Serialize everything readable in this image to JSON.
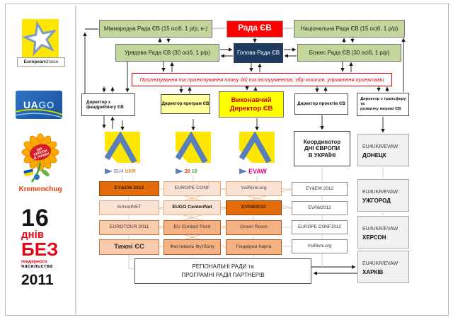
{
  "sidebar": {
    "european_choice": {
      "bold": "European",
      "rest": " choice"
    },
    "uago": {
      "ua": "UA",
      "go": "GO"
    },
    "kremenchug": {
      "flower_line1": "ДНІ",
      "flower_line2": "ЄВРОПИ",
      "flower_line3": "В УКРАЇНІ",
      "caption": "Kremenchug"
    },
    "campaign": {
      "number": "16",
      "days": "днів",
      "without": "БЕЗ",
      "gender": "гендерного",
      "violence": "насильства",
      "year": "2011"
    }
  },
  "councils": {
    "international": "Міжнародна Рада ЄВ (15 осіб, 1 р/р, е-)",
    "main": "Рада ЄВ",
    "national": "Національна Рада ЄВ  (15 осіб, 1 р/р)",
    "government": "Урядова Рада  ЄВ (30 осіб, 1 р/р)",
    "head": "Голова Ради ЄВ",
    "business": "Бізнес Рада ЄВ (30 осіб, 1 р/р)"
  },
  "banner": {
    "text": "Прогнозування та проектування плану дій та інструментів, збір коштів, управління проектами"
  },
  "directors": {
    "fundraising_l1": "Директор з",
    "fundraising_l2": "фандрейзінгу  ЄВ",
    "programs": "Директор програм ЄВ",
    "executive_l1": "Виконавчий",
    "executive_l2": "Директор ЄВ",
    "projects": "Директор проектів ЄВ",
    "transfer_l1": "Директор з трансферу та",
    "transfer_l2": "розвитку мережі ЄВ"
  },
  "logos": {
    "eu4ukr_p1": "EU4",
    "eu4ukr_p2": "UKR",
    "y2010_p1": "20",
    "y2010_p2": "10",
    "evaw": "EVAW"
  },
  "coordinator": {
    "l1": "Координатор",
    "l2": "ДНІ ЄВРОПИ",
    "l3": "В УКРАЇНІ"
  },
  "regional": {
    "prefix": "EU4UKR/EVAW",
    "cities": [
      "ДОНЕЦК",
      "УЖГОРОД",
      "ХЕРСОН",
      "ХАРКІВ"
    ]
  },
  "grid": {
    "r1": [
      "EY&EW 2012",
      "EUROPE CONF",
      "VsiRivni.org"
    ],
    "r2": [
      "SchoolNET",
      "EUGO Center/Net",
      "EVAW2012"
    ],
    "r3": [
      "EUROTOUR 2011",
      "EU Contact Point",
      "Green Room"
    ],
    "r4": [
      "Тижні  ЄС",
      "Фестиваль Футболу",
      "Гендерна Карта"
    ]
  },
  "projects2012": [
    "EY&EW 2012",
    "EVAW2012",
    "EUROPE CONF2012",
    "VsiRivni.org"
  ],
  "bottom": {
    "l1": "РЕГІОНАЛЬНІ РАДИ та",
    "l2": "ПРОГРАМНІ РАДИ ПАРТНЕРІВ"
  }
}
